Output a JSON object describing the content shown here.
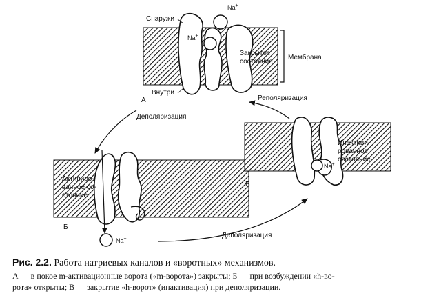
{
  "figure": {
    "panel_a": {
      "outside": "Снаружи",
      "inside": "Внутри",
      "state_line1": "Закрытое",
      "state_line2": "состояние",
      "membrane": "Мембрана",
      "letter": "А",
      "ion_upper": "Na",
      "ion_inner": "Na",
      "charge": "+"
    },
    "panel_b": {
      "state_line1": "Активиро-",
      "state_line2": "ванное со-",
      "state_line3": "стояние",
      "letter": "Б",
      "ion": "Na",
      "charge": "+"
    },
    "panel_v": {
      "state_line1": "Инактиви-",
      "state_line2": "рованное",
      "state_line3": "состояние",
      "letter": "В",
      "ion": "Na",
      "charge": "+"
    },
    "arrows": {
      "depol_ab": "Деполяризация",
      "repol_va": "Реполяризация",
      "depol_bv": "Деполяризация"
    }
  },
  "caption": {
    "label": "Рис. 2.2.",
    "title": "Работа натриевых каналов и «воротных» механизмов.",
    "line1": "А — в покое m-активационные ворота («m-ворота») закрыты; Б — при возбуждении «h-во-",
    "line2": "рота» открыты; В — закрытие «h-ворот» (инактивация) при деполяризации."
  }
}
